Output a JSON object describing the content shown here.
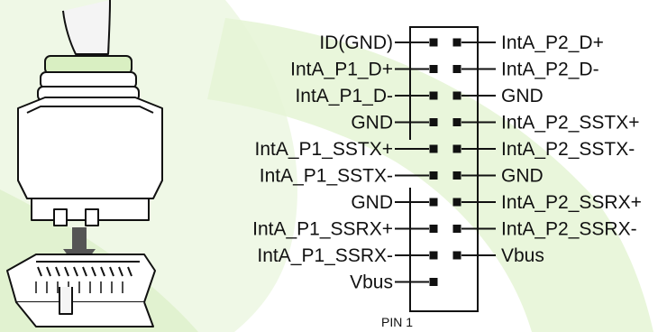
{
  "colors": {
    "accent_green": "#e6f5d2",
    "accent_green_dark": "#d4ecbb",
    "line": "#111111"
  },
  "header": {
    "left_labels": [
      "ID(GND)",
      "IntA_P1_D+",
      "IntA_P1_D-",
      "GND",
      "IntA_P1_SSTX+",
      "IntA_P1_SSTX-",
      "GND",
      "IntA_P1_SSRX+",
      "IntA_P1_SSRX-",
      "Vbus"
    ],
    "right_labels": [
      "IntA_P2_D+",
      "IntA_P2_D-",
      "GND",
      "IntA_P2_SSTX+",
      "IntA_P2_SSTX-",
      "GND",
      "IntA_P2_SSRX+",
      "IntA_P2_SSRX-",
      "Vbus"
    ],
    "pin1_label": "PIN 1"
  },
  "icons": {
    "cable_plug": "usb3-internal-plug-icon",
    "arrow": "down-arrow-icon",
    "socket": "pin-header-socket-icon"
  }
}
